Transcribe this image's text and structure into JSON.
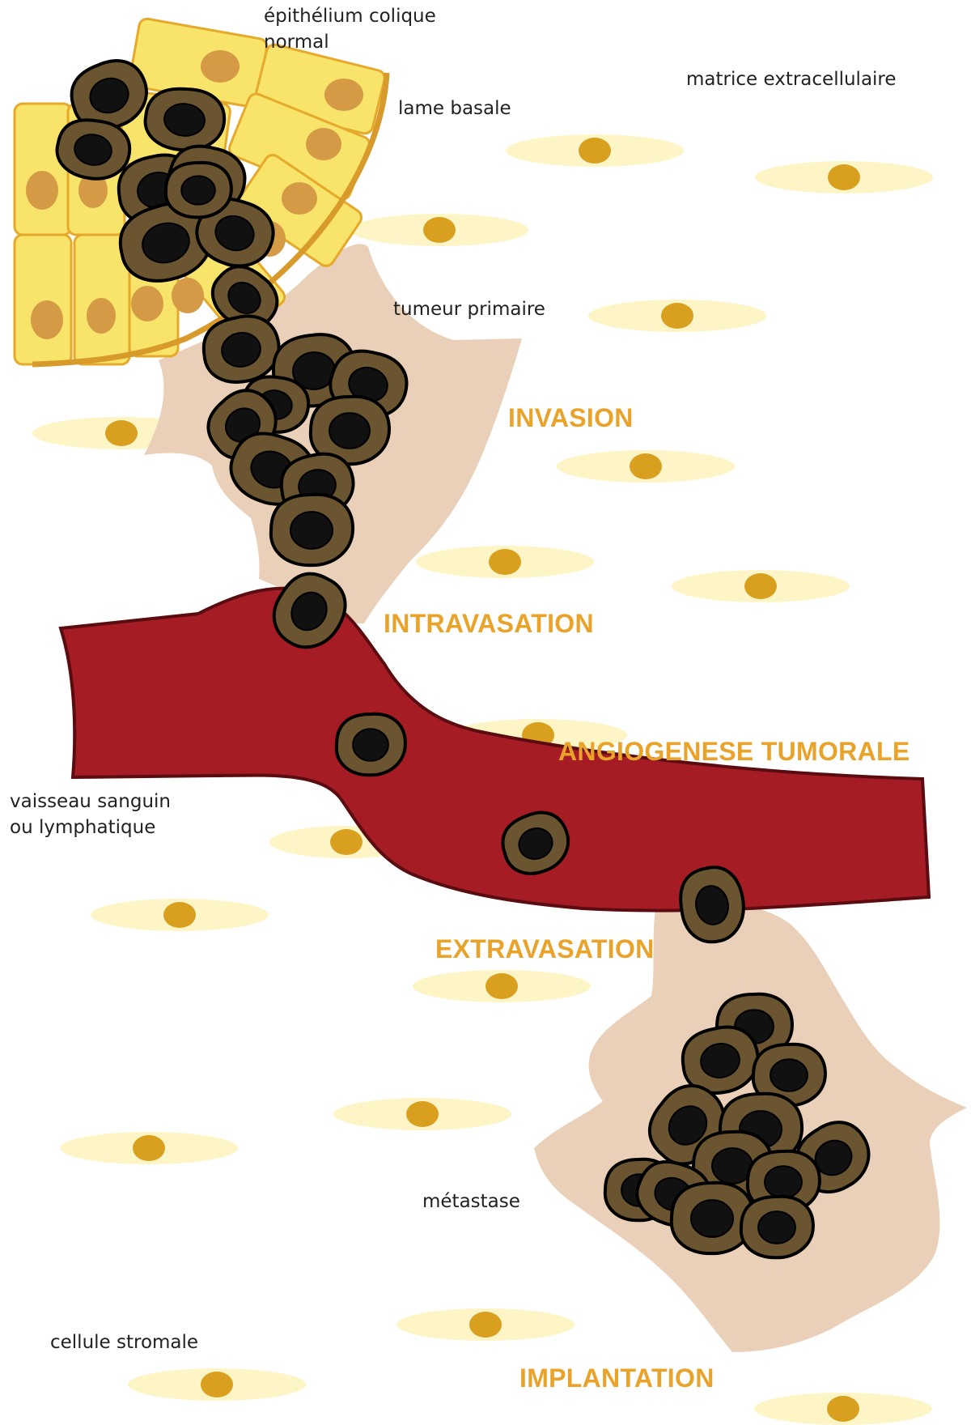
{
  "labels": {
    "epithelium": [
      "épithélium colique",
      "normal"
    ],
    "lame_basale": "lame basale",
    "matrice": "matrice extracellulaire",
    "tumeur_primaire": "tumeur primaire",
    "vaisseau": [
      "vaisseau sanguin",
      "ou lymphatique"
    ],
    "metastase": "métastase",
    "cellule_stromale": "cellule stromale"
  },
  "steps": {
    "invasion": "INVASION",
    "intravasation": "INTRAVASATION",
    "angiogenese": "ANGIOGENESE TUMORALE",
    "extravasation": "EXTRAVASATION",
    "implantation": "IMPLANTATION"
  },
  "colors": {
    "step_text": "#e9a32a",
    "vessel": "#a51c24",
    "vessel_edge": "#5a0c10",
    "tumor_tissue": "#ead0b8",
    "epithelial_cell": "#f8e46a",
    "epithelial_nucleus": "#d49a45",
    "basal_lamina": "#d89a2a",
    "cancer_cell": "#6b5530",
    "cancer_nucleus": "#111111",
    "stromal_cell": "#fdf5c6",
    "stromal_nucleus": "#d9a020"
  }
}
